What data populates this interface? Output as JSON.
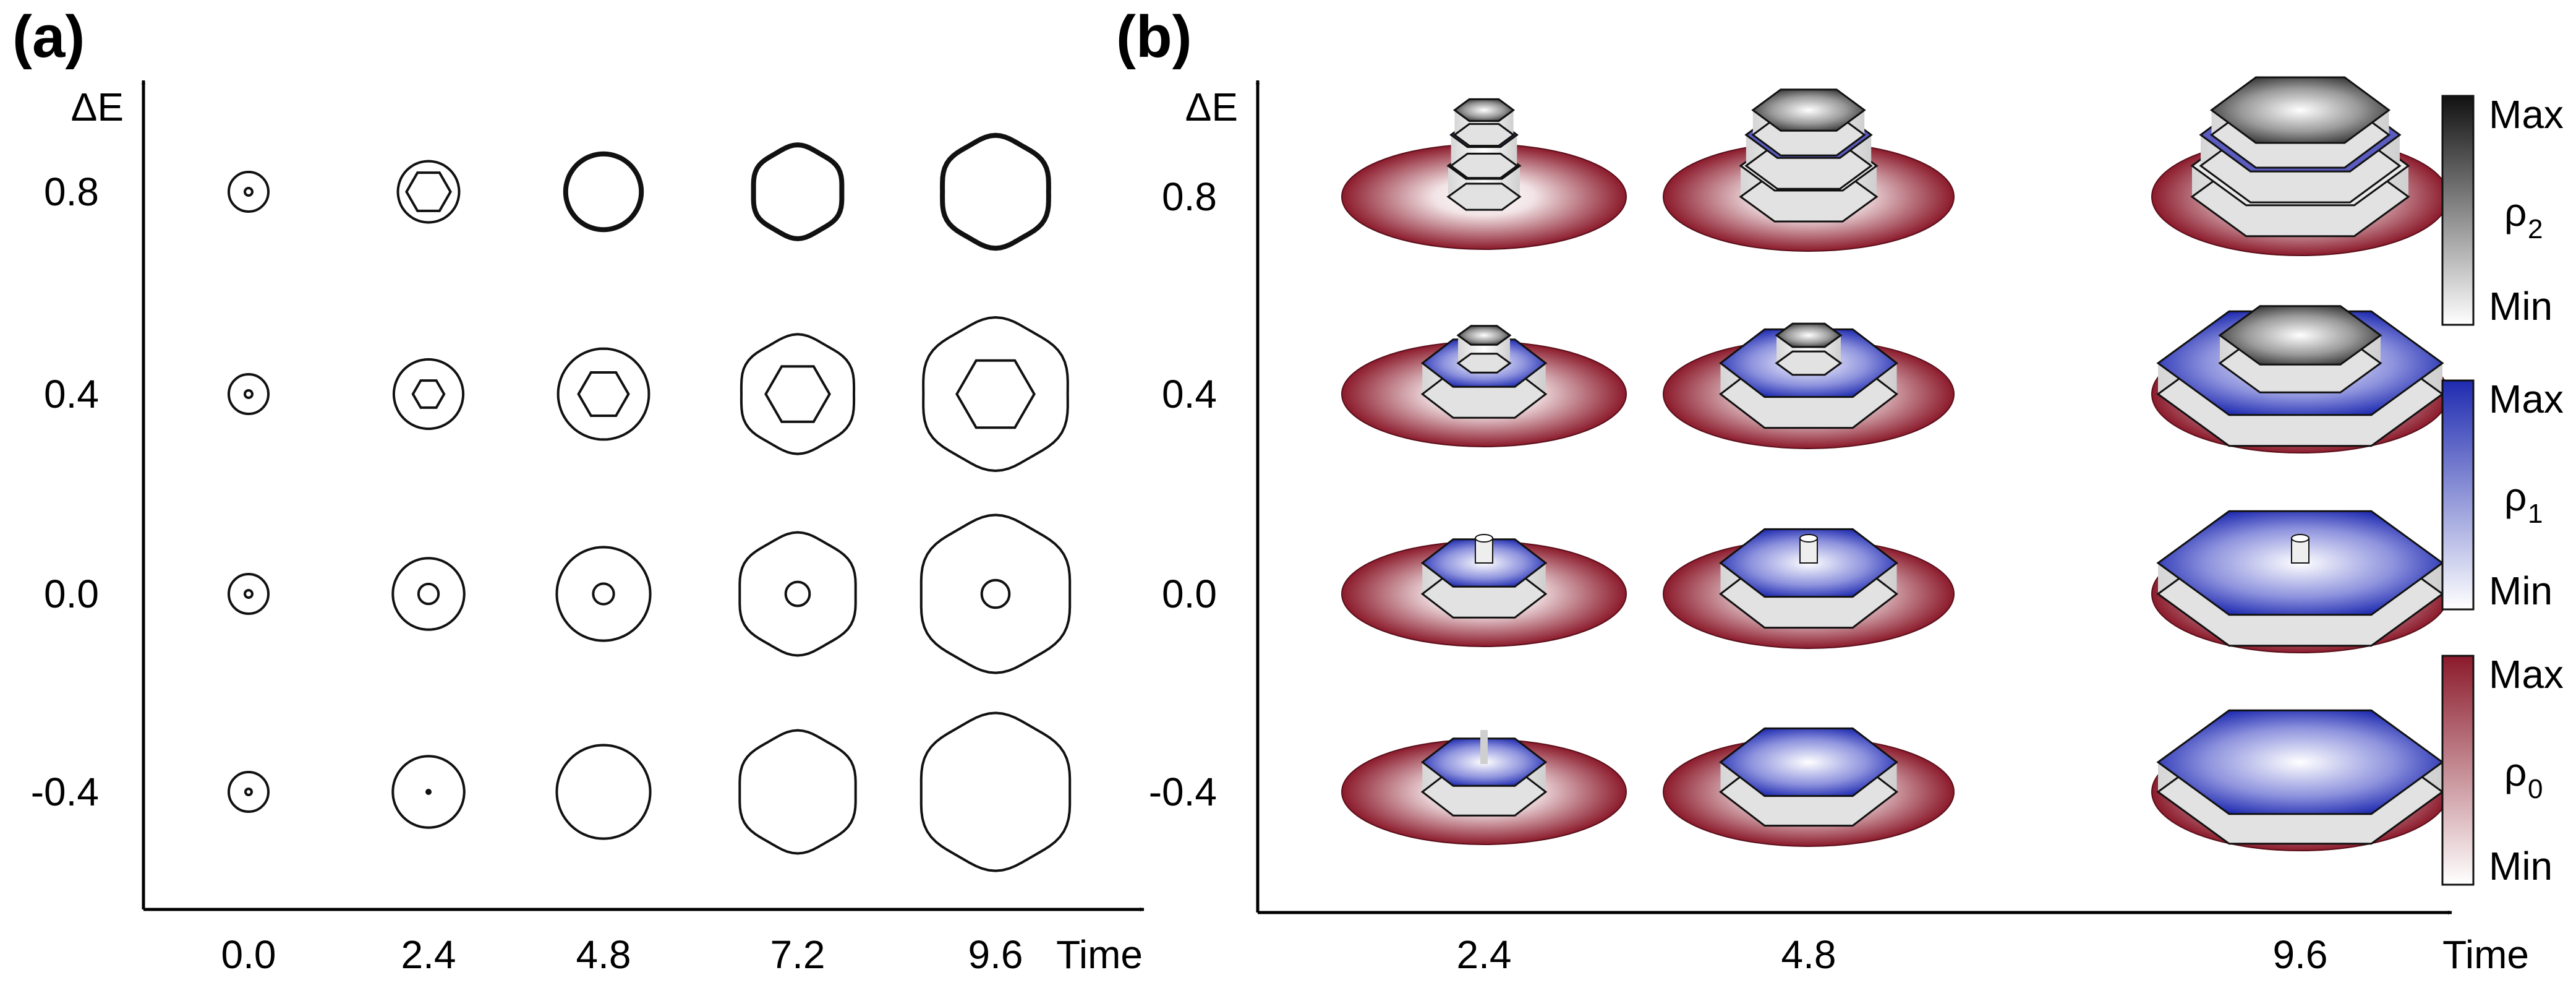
{
  "figure": {
    "panel_a": {
      "label": "(a)",
      "y_axis_label": "ΔE",
      "x_axis_label": "Time",
      "x_ticks": [
        "0.0",
        "2.4",
        "4.8",
        "7.2",
        "9.6"
      ],
      "y_ticks": [
        "0.8",
        "0.4",
        "0.0",
        "-0.4"
      ]
    },
    "panel_b": {
      "label": "(b)",
      "y_axis_label": "ΔE",
      "x_axis_label": "Time",
      "x_ticks": [
        "2.4",
        "4.8",
        "9.6"
      ],
      "y_ticks": [
        "0.8",
        "0.4",
        "0.0",
        "-0.4"
      ],
      "colorbars": [
        {
          "max": "Max",
          "min": "Min",
          "label": "ρ",
          "sub": "2",
          "color": "#111111"
        },
        {
          "max": "Max",
          "min": "Min",
          "label": "ρ",
          "sub": "1",
          "color": "#1f2bb0"
        },
        {
          "max": "Max",
          "min": "Min",
          "label": "ρ",
          "sub": "0",
          "color": "#8b1a2b"
        }
      ],
      "colors": {
        "base": "#8b1a2b",
        "terrace": "#e8e8e8",
        "layer1": "#1f2bb0",
        "layer2": "#333333"
      }
    }
  }
}
